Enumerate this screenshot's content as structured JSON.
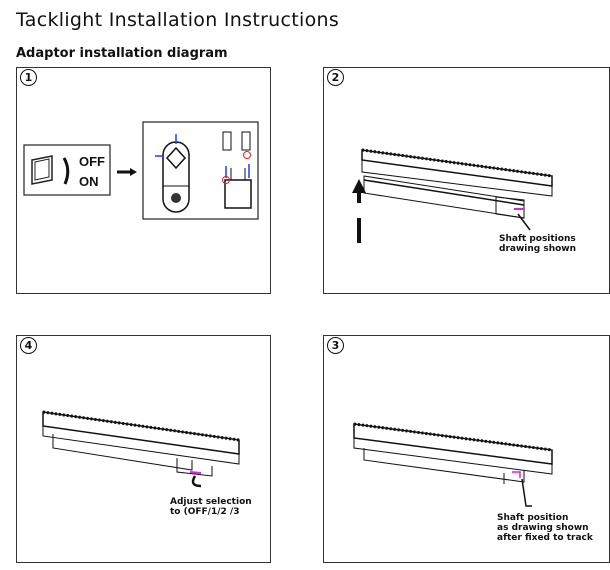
{
  "title": "Tacklight Installation Instructions",
  "subtitle": "Adaptor installation diagram",
  "panels": [
    {
      "step": "1",
      "switch_off": "OFF",
      "switch_on": "ON"
    },
    {
      "step": "2",
      "label_line1": "Shaft positions",
      "label_line2": "drawing shown"
    },
    {
      "step": "4",
      "label_line1": "Adjust selection",
      "label_line2": "to (OFF/1/2 /3"
    },
    {
      "step": "3",
      "label_line1": "Shaft position",
      "label_line2": "as drawing shown",
      "label_line3": "after fixed to track"
    }
  ],
  "colors": {
    "highlight": "#e020e0",
    "arrow": "#1a3cff",
    "marker": "#e02020"
  }
}
